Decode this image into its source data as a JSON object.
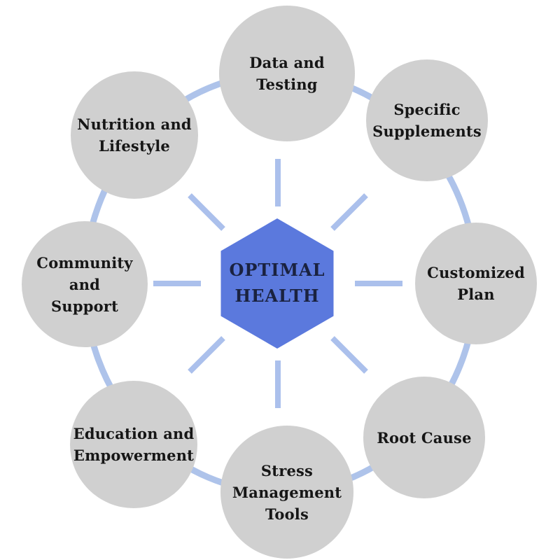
{
  "diagram": {
    "type": "hub-and-spoke",
    "hub": {
      "label": "OPTIMAL\nHEALTH"
    },
    "nodes": [
      {
        "id": "data-and-testing",
        "label": "Data and\nTesting",
        "position": "top"
      },
      {
        "id": "specific-supplements",
        "label": "Specific\nSupplements",
        "position": "top-right"
      },
      {
        "id": "customized-plan",
        "label": "Customized\nPlan",
        "position": "right"
      },
      {
        "id": "root-cause",
        "label": "Root Cause",
        "position": "bottom-right"
      },
      {
        "id": "stress-management-tools",
        "label": "Stress\nManagement\nTools",
        "position": "bottom"
      },
      {
        "id": "education-and-empowerment",
        "label": "Education and\nEmpowerment",
        "position": "bottom-left"
      },
      {
        "id": "community-and-support",
        "label": "Community and\nSupport",
        "position": "left"
      },
      {
        "id": "nutrition-and-lifestyle",
        "label": "Nutrition and\nLifestyle",
        "position": "top-left"
      }
    ],
    "colors": {
      "background": "#ffffff",
      "node_fill": "#d0d0d0",
      "hub_fill": "#5b79dd",
      "ring": "#aec3ea",
      "spoke": "#abc0ec",
      "node_text": "#161616",
      "hub_text": "#1a2240"
    }
  }
}
